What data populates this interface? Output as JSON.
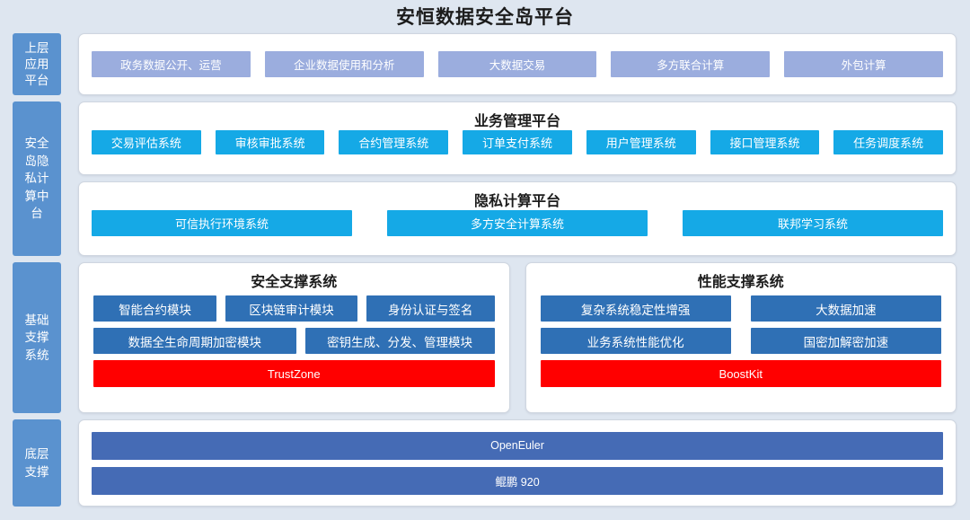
{
  "title": "安恒数据安全岛平台",
  "colors": {
    "background": "#dee6f0",
    "tier_label": "#5a92cf",
    "panel": "#ffffff",
    "chip_periwinkle": "#9badde",
    "chip_cyan": "#15a9e6",
    "chip_steel": "#2f70b5",
    "chip_red": "#ff0000",
    "chip_royal": "#456bb5"
  },
  "tiers": [
    {
      "label": "上层应用平台",
      "panels": [
        {
          "title": "",
          "items": [
            "政务数据公开、运营",
            "企业数据使用和分析",
            "大数据交易",
            "多方联合计算",
            "外包计算"
          ]
        }
      ]
    },
    {
      "label": "安全岛隐私计算中台",
      "panels": [
        {
          "title": "业务管理平台",
          "items": [
            "交易评估系统",
            "审核审批系统",
            "合约管理系统",
            "订单支付系统",
            "用户管理系统",
            "接口管理系统",
            "任务调度系统"
          ]
        },
        {
          "title": "隐私计算平台",
          "items": [
            "可信执行环境系统",
            "多方安全计算系统",
            "联邦学习系统"
          ]
        }
      ]
    },
    {
      "label": "基础支撑系统",
      "panels": [
        {
          "title": "安全支撑系统",
          "row1": [
            "智能合约模块",
            "区块链审计模块",
            "身份认证与签名"
          ],
          "row2": [
            "数据全生命周期加密模块",
            "密钥生成、分发、管理模块"
          ],
          "bar": "TrustZone"
        },
        {
          "title": "性能支撑系统",
          "row1": [
            "复杂系统稳定性增强",
            "大数据加速"
          ],
          "row2": [
            "业务系统性能优化",
            "国密加解密加速"
          ],
          "bar": "BoostKit"
        }
      ]
    },
    {
      "label": "底层支撑",
      "panels": [
        {
          "title": "",
          "bars": [
            "OpenEuler",
            "鲲鹏 920"
          ]
        }
      ]
    }
  ]
}
